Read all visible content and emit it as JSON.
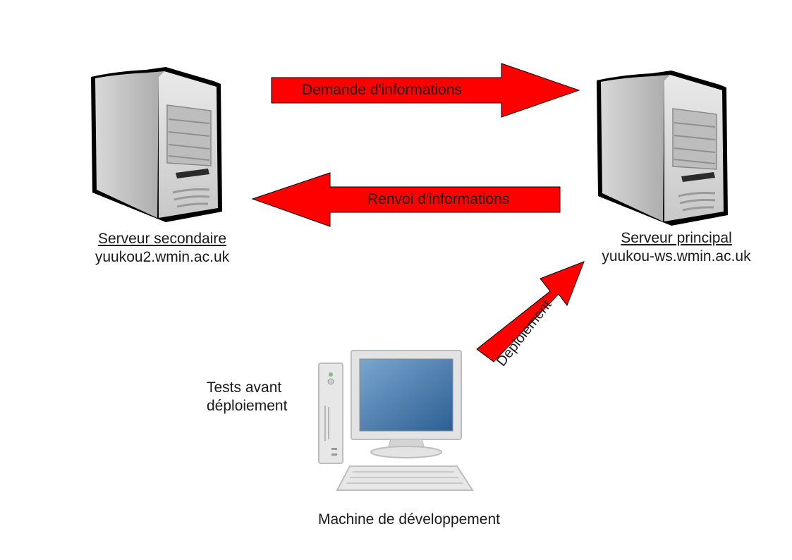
{
  "servers": {
    "secondary": {
      "role": "Serveur secondaire",
      "host": "yuukou2.wmin.ac.uk"
    },
    "primary": {
      "role": "Serveur principal",
      "host": "yuukou-ws.wmin.ac.uk"
    }
  },
  "arrows": {
    "request": "Demande d'informations",
    "response": "Renvoi d'informations",
    "deploy": "Déploiement"
  },
  "dev": {
    "tests_line1": "Tests avant",
    "tests_line2": "déploiement",
    "label": "Machine de développement"
  },
  "colors": {
    "arrow": "#ff0000",
    "arrow_stroke": "#000000"
  }
}
